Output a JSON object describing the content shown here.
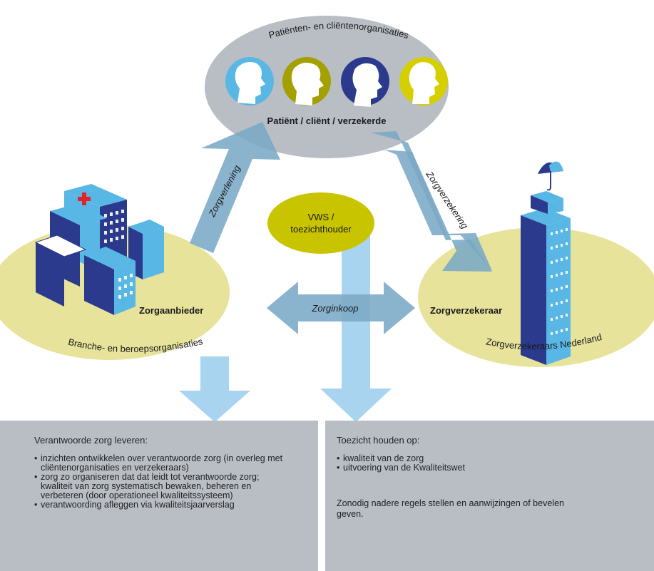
{
  "colors": {
    "patients_ellipse": "#b9bec5",
    "provider_ellipse": "#e7e39a",
    "vws_ellipse": "#c8c400",
    "arrow": "#7aa9c6",
    "flow_arrow": "#a9d4ef",
    "panel": "#b9bec5",
    "building": "#2b3a8c",
    "building_light": "#58b7e4",
    "cross": "#e0242a"
  },
  "icons": [
    "person-profile-light-blue-icon",
    "person-profile-olive-icon",
    "person-profile-navy-icon",
    "person-profile-yellow-icon",
    "hospital-building-icon",
    "insurer-tower-umbrella-icon"
  ],
  "patients": {
    "arc_label": "Patiënten- en cliëntenorganisaties",
    "center_label": "Patiënt / cliënt / verzekerde"
  },
  "vws": {
    "line1": "VWS /",
    "line2": "toezichthouder"
  },
  "provider": {
    "name": "Zorgaanbieder",
    "org": "Branche- en beroepsorganisaties"
  },
  "insurer": {
    "name": "Zorgverzekeraar",
    "org": "Zorgverzekeraars Nederland"
  },
  "arrows": {
    "zorgverlening": "Zorgverlening",
    "zorgverzekering": "Zorgverzekering",
    "zorginkoop": "Zorginkoop"
  },
  "panel_left": {
    "title": "Verantwoorde zorg leveren:",
    "bullets": [
      "inzichten ontwikkelen over verantwoorde zorg (in overleg met cliëntenorganisaties en verzekeraars)",
      "zorg zo organiseren dat dat leidt tot verantwoorde zorg; kwaliteit van zorg systematisch bewaken, beheren en verbeteren (door operationeel kwaliteitssysteem)",
      "verantwoording afleggen via kwaliteitsjaarverslag"
    ]
  },
  "panel_right": {
    "title": "Toezicht houden op:",
    "bullets": [
      "kwaliteit van de zorg",
      "uitvoering van de Kwaliteitswet"
    ],
    "note": "Zonodig nadere regels stellen en aanwijzingen of bevelen geven."
  }
}
